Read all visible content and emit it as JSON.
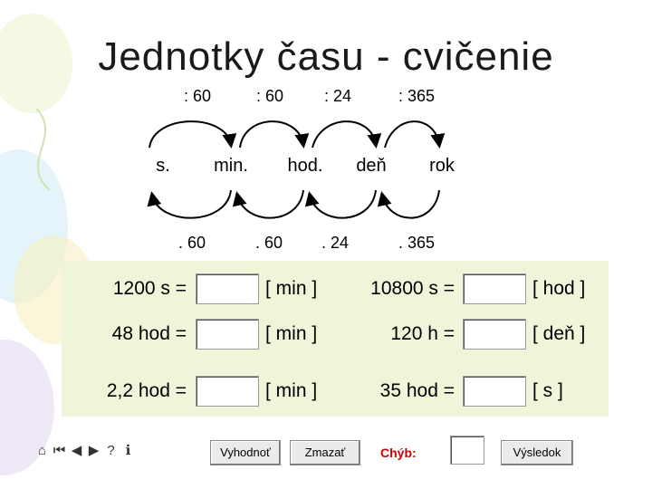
{
  "title": "Jednotky času - cvičenie",
  "units": [
    "s.",
    "min.",
    "hod.",
    "deň",
    "rok"
  ],
  "top_ops": [
    ": 60",
    ": 60",
    ": 24",
    ": 365"
  ],
  "bottom_ops": [
    ". 60",
    ". 60",
    ". 24",
    ". 365"
  ],
  "exercises": {
    "left": [
      {
        "label": "1200 s =",
        "value": "",
        "unit": "[ min ]"
      },
      {
        "label": "48 hod =",
        "value": "",
        "unit": "[ min ]"
      },
      {
        "label": "2,2 hod =",
        "value": "",
        "unit": "[ min ]"
      }
    ],
    "right": [
      {
        "label": "10800 s =",
        "value": "",
        "unit": "[ hod ]"
      },
      {
        "label": "120 h =",
        "value": "",
        "unit": "[ deň ]"
      },
      {
        "label": "35 hod =",
        "value": "",
        "unit": "[ s ]"
      }
    ]
  },
  "buttons": {
    "evaluate": "Vyhodnoť",
    "clear": "Zmazať",
    "errors_label": "Chýb:",
    "errors_value": "",
    "result": "Výsledok"
  },
  "nav_icons": [
    "home-icon",
    "first-icon",
    "previous-icon",
    "next-icon",
    "help-icon",
    "info-icon"
  ],
  "nav_glyphs": [
    "⌂",
    "⏮",
    "◀",
    "▶",
    "?",
    "ℹ"
  ],
  "colors": {
    "panel": "#eef5d9",
    "errors_label": "#d00000"
  }
}
